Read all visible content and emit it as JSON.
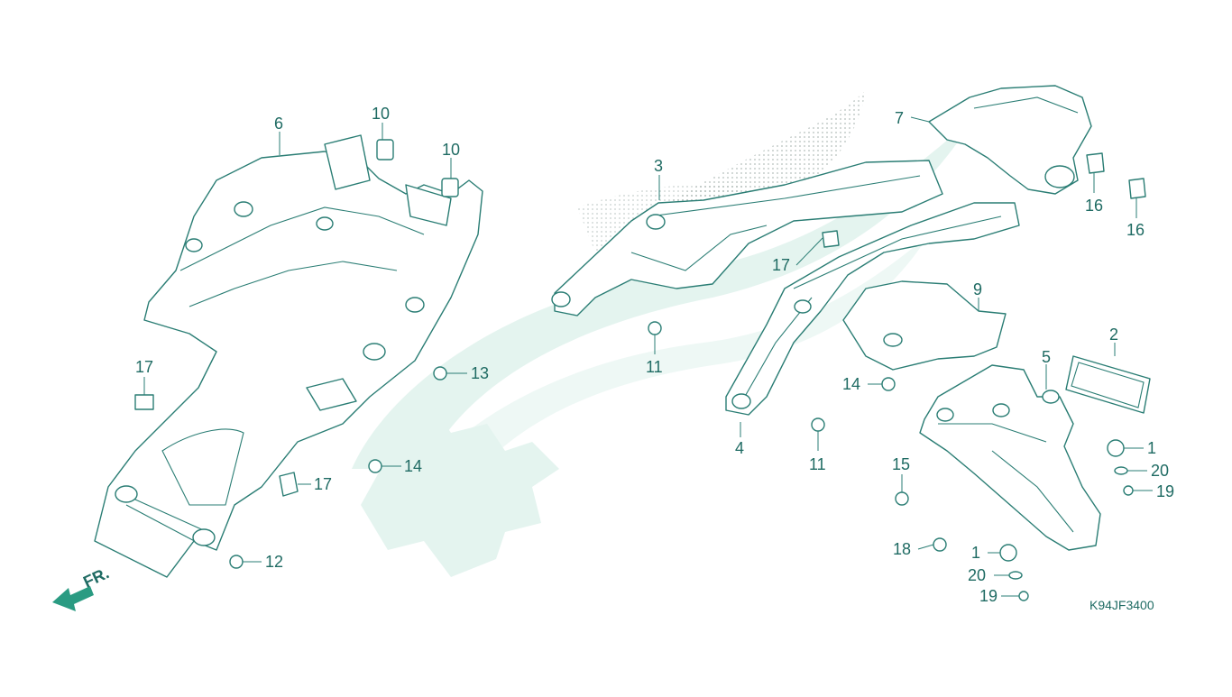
{
  "diagram": {
    "drawing_code": "K94JF3400",
    "front_indicator": "FR.",
    "callouts": [
      {
        "id": "c6",
        "text": "6"
      },
      {
        "id": "c10a",
        "text": "10"
      },
      {
        "id": "c10b",
        "text": "10"
      },
      {
        "id": "c17a",
        "text": "17"
      },
      {
        "id": "c13",
        "text": "13"
      },
      {
        "id": "c14a",
        "text": "14"
      },
      {
        "id": "c17b",
        "text": "17"
      },
      {
        "id": "c12",
        "text": "12"
      },
      {
        "id": "c3",
        "text": "3"
      },
      {
        "id": "c17c",
        "text": "17"
      },
      {
        "id": "c11a",
        "text": "11"
      },
      {
        "id": "c4",
        "text": "4"
      },
      {
        "id": "c11b",
        "text": "11"
      },
      {
        "id": "c7",
        "text": "7"
      },
      {
        "id": "c16a",
        "text": "16"
      },
      {
        "id": "c16b",
        "text": "16"
      },
      {
        "id": "c9",
        "text": "9"
      },
      {
        "id": "c14b",
        "text": "14"
      },
      {
        "id": "c5",
        "text": "5"
      },
      {
        "id": "c2",
        "text": "2"
      },
      {
        "id": "c1a",
        "text": "1"
      },
      {
        "id": "c20a",
        "text": "20"
      },
      {
        "id": "c19a",
        "text": "19"
      },
      {
        "id": "c15",
        "text": "15"
      },
      {
        "id": "c18",
        "text": "18"
      },
      {
        "id": "c1b",
        "text": "1"
      },
      {
        "id": "c20b",
        "text": "20"
      },
      {
        "id": "c19b",
        "text": "19"
      }
    ]
  }
}
